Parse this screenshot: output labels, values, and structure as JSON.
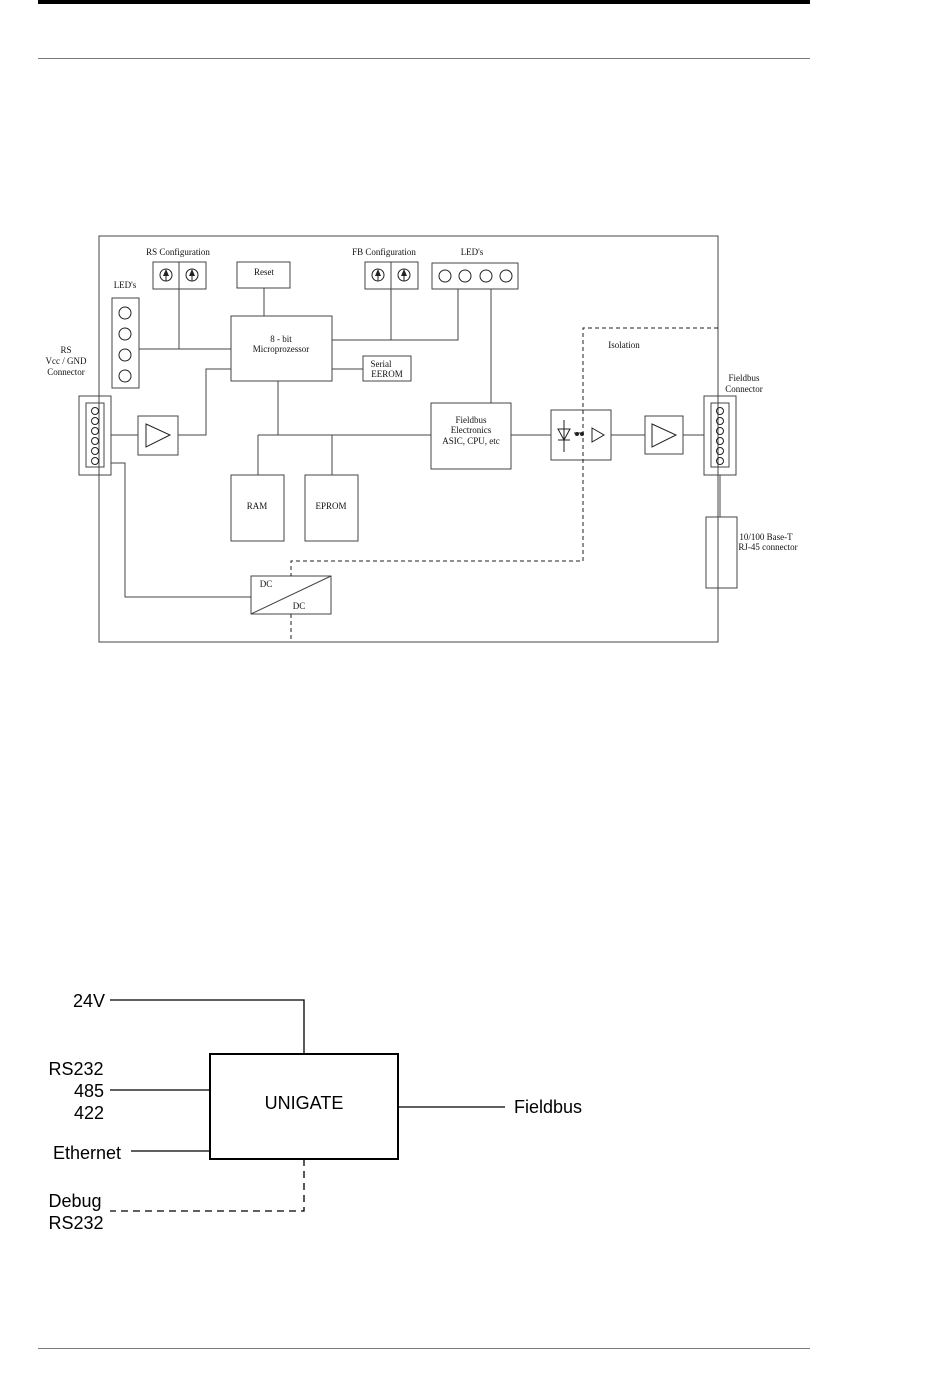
{
  "block_diagram": {
    "rs_configuration": "RS Configuration",
    "fb_configuration": "FB Configuration",
    "reset": "Reset",
    "leds_left": "LED's",
    "leds_top": "LED's",
    "microprocessor_line1": "8 - bit",
    "microprocessor_line2": "Microprozessor",
    "serial_eerom_line1": "Serial",
    "serial_eerom_line2": "EEROM",
    "rs_connector_line1": "RS",
    "rs_connector_line2": "Vcc / GND",
    "rs_connector_line3": "Connector",
    "isolation": "Isolation",
    "fieldbus_connector_line1": "Fieldbus",
    "fieldbus_connector_line2": "Connector",
    "fieldbus_electronics_line1": "Fieldbus",
    "fieldbus_electronics_line2": "Electronics",
    "fieldbus_electronics_line3": "ASIC, CPU, etc",
    "ram": "RAM",
    "eprom": "EPROM",
    "rj45_line1": "10/100 Base-T",
    "rj45_line2": "RJ-45 connector",
    "dc_in": "DC",
    "dc_out": "DC"
  },
  "system_diagram": {
    "power": "24V",
    "serial_line1": "RS232",
    "serial_line2": "485",
    "serial_line3": "422",
    "ethernet": "Ethernet",
    "debug_line1": "Debug",
    "debug_line2": "RS232",
    "gateway": "UNIGATE",
    "fieldbus": "Fieldbus"
  }
}
